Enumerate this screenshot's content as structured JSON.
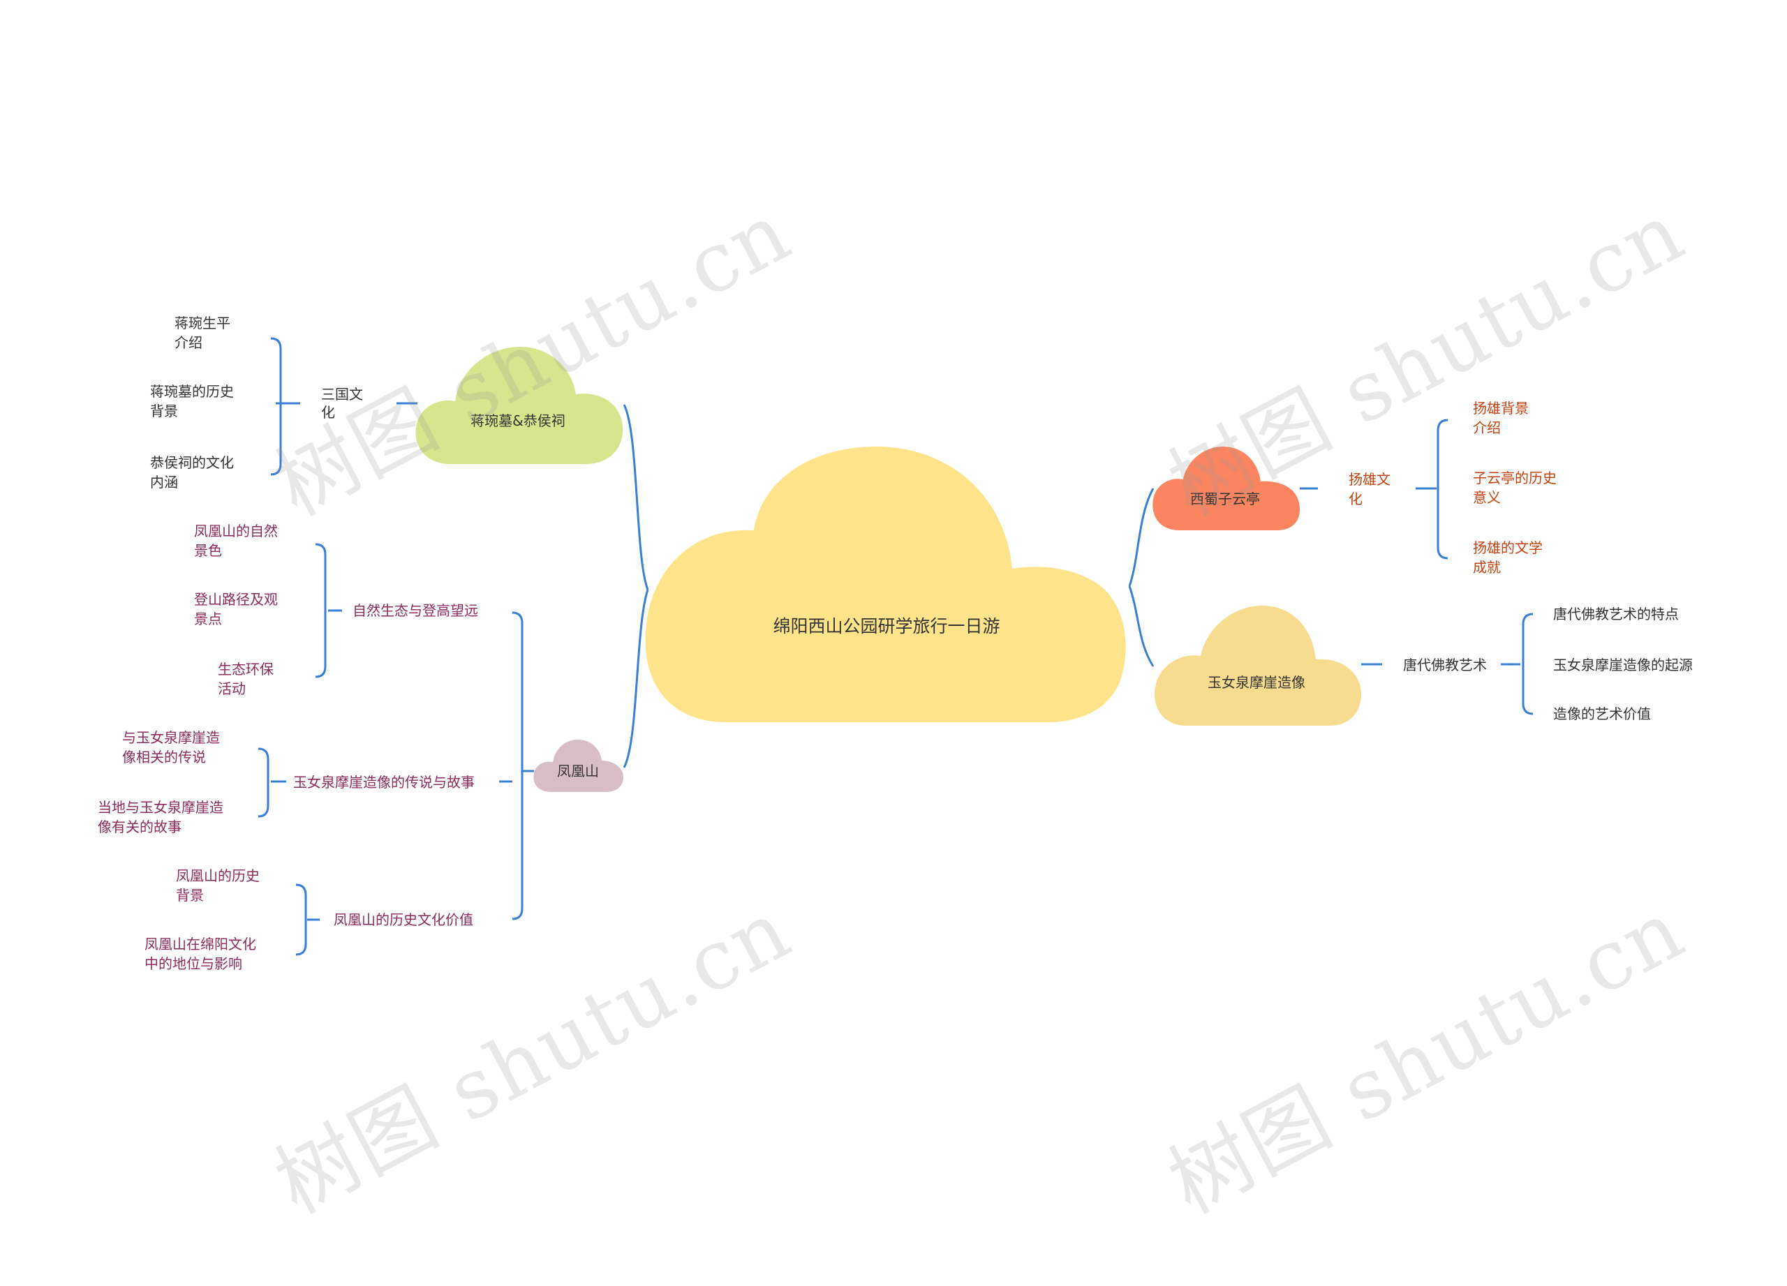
{
  "root": {
    "label": "绵阳西山公园研学旅行一日游",
    "color": "#ffe38a"
  },
  "branches": {
    "jiangwan": {
      "label": "蒋琬墓&恭侯祠",
      "color": "#d7e58f",
      "sub": "三国文化",
      "leaves": [
        "蒋琬生平介绍",
        "蒋琬墓的历史背景",
        "恭侯祠的文化内涵"
      ]
    },
    "fenghuang": {
      "label": "凤凰山",
      "color": "#d8bcc6",
      "text_color": "#8b2a5c",
      "groups": [
        {
          "label": "自然生态与登高望远",
          "leaves": [
            "凤凰山的自然景色",
            "登山路径及观景点",
            "生态环保活动"
          ]
        },
        {
          "label": "玉女泉摩崖造像的传说与故事",
          "leaves": [
            "与玉女泉摩崖造像相关的传说",
            "当地与玉女泉摩崖造像有关的故事"
          ]
        },
        {
          "label": "凤凰山的历史文化价值",
          "leaves": [
            "凤凰山的历史背景",
            "凤凰山在绵阳文化中的地位与影响"
          ]
        }
      ]
    },
    "ziyun": {
      "label": "西蜀子云亭",
      "color": "#fb8560",
      "text_color": "#c1420f",
      "sub": "扬雄文化",
      "leaves": [
        "扬雄背景介绍",
        "子云亭的历史意义",
        "扬雄的文学成就"
      ]
    },
    "yunu": {
      "label": "玉女泉摩崖造像",
      "color": "#f7dc8f",
      "sub": "唐代佛教艺术",
      "leaves": [
        "唐代佛教艺术的特点",
        "玉女泉摩崖造像的起源",
        "造像的艺术价值"
      ]
    }
  },
  "watermark": "树图 shutu.cn",
  "colors": {
    "line": "#3a7fd4",
    "text": "#333333"
  }
}
